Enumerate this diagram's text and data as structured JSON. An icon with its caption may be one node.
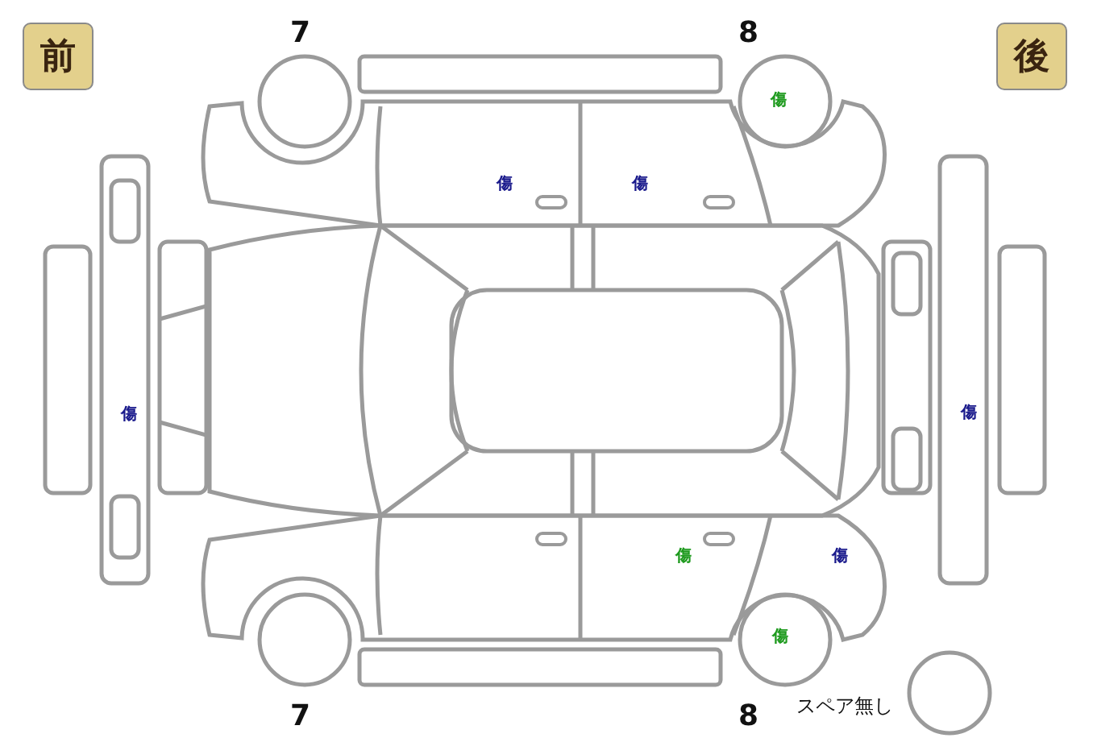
{
  "diagram": {
    "nodes": [
      {
        "text": [
          "前"
        ]
      },
      {
        "text": [
          "後"
        ]
      },
      {
        "text": [],
        "shape": "circle",
        "beside": [
          "スペア無し"
        ]
      }
    ],
    "labels": [
      "7",
      "8",
      "傷",
      "傷",
      "傷",
      "傷",
      "傷",
      "傷",
      "傷",
      "傷",
      "7",
      "8"
    ]
  }
}
